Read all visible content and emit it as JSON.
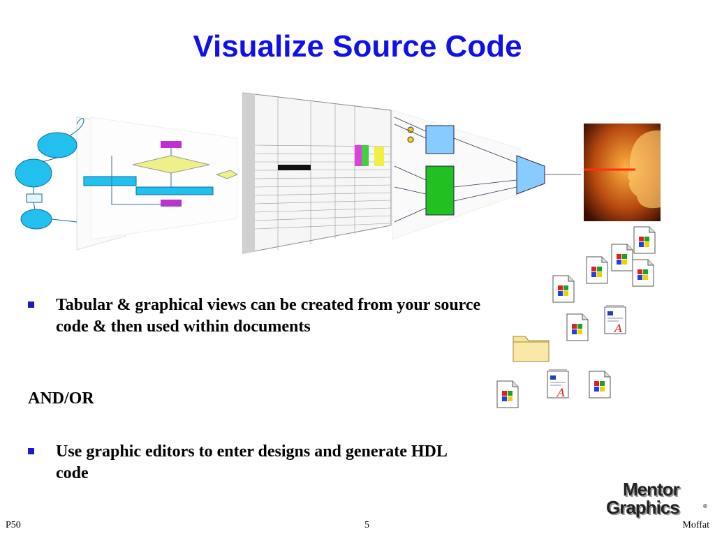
{
  "slide": {
    "title": "Visualize Source Code",
    "bullets": [
      "Tabular & graphical views can be created from your source code & then used within documents",
      "Use graphic editors to enter designs and generate HDL code"
    ],
    "connector": "AND/OR"
  },
  "footer": {
    "left": "P50",
    "center": "5",
    "right": "Moffat"
  },
  "colors": {
    "title": "#1010e8",
    "bullet": "#1a1acc"
  },
  "icons": [
    "state-diagram-icon",
    "flowchart-icon",
    "spreadsheet-table-icon",
    "block-diagram-icon",
    "digital-face-icon",
    "document-icon",
    "folder-icon",
    "wordpad-document-icon",
    "mentor-graphics-logo"
  ]
}
